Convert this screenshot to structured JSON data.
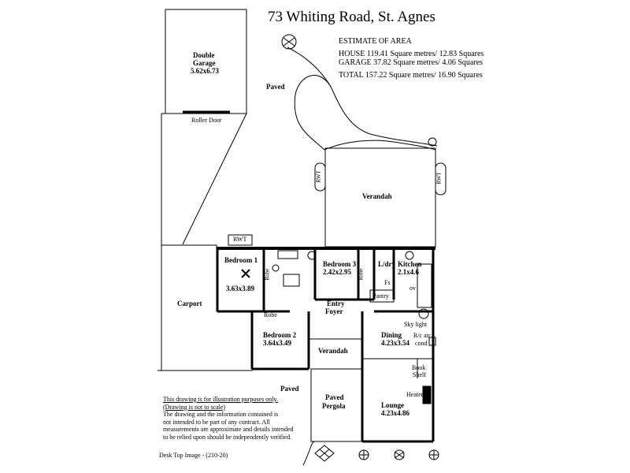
{
  "title": "73 Whiting Road,  St. Agnes",
  "estimate": {
    "heading": "ESTIMATE OF AREA",
    "house": "HOUSE 119.41 Square metres/  12.83 Squares",
    "garage": "GARAGE  37.82 Square metres/  4.06 Squares",
    "total": "TOTAL  157.22 Square metres/  16.90 Squares"
  },
  "labels": {
    "double_garage": "Double",
    "garage_word": "Garage",
    "garage_dim": "5.62x6.73",
    "paved_top": "Paved",
    "roller_door": "Roller Door",
    "rwt_left": "RWT",
    "rwt_right": "RWT",
    "rwt_mid": "RWT",
    "verandah_top": "Verandah",
    "bedroom1": "Bedroom 1",
    "bedroom1_dim": "3.63x3.89",
    "robe1": "Robe",
    "bedroom3": "Bedroom 3",
    "bedroom3_dim": "2.42x2.95",
    "robe3": "Robe",
    "ldry": "L/dry",
    "kitchen": "Kitchen",
    "kitchen_dim": "2.1x4.6",
    "fs": "Fs",
    "pantry": "Pantry",
    "ov": "ov",
    "carport": "Carport",
    "robe2": "Robe",
    "entry": "Entry",
    "foyer": "Foyer",
    "skylight": "Sky light",
    "bedroom2": "Bedroom 2",
    "bedroom2_dim": "3.64x3.49",
    "dining": "Dining",
    "dining_dim": "4.23x3.54",
    "rc_air": "R/c air",
    "cond": "cond",
    "verandah_mid": "Verandah",
    "book": "Book",
    "shelf": "Shelf",
    "paved_bottom": "Paved",
    "heater": "Heater",
    "paved_pergola1": "Paved",
    "paved_pergola2": "Pergola",
    "lounge": "Lounge",
    "lounge_dim": "4.23x4.86"
  },
  "disclaimer": {
    "line1": "This drawing is for illustration purposes only.",
    "line2": "(Drawing is not to scale)",
    "line3": "The drawing and the information contained is",
    "line4": "not intended to be part of any contract.  All",
    "line5": "measurements are approximate and details intended",
    "line6": "to be relied upon should be independently verified."
  },
  "footer": "Desk Top Image - (210-20)"
}
